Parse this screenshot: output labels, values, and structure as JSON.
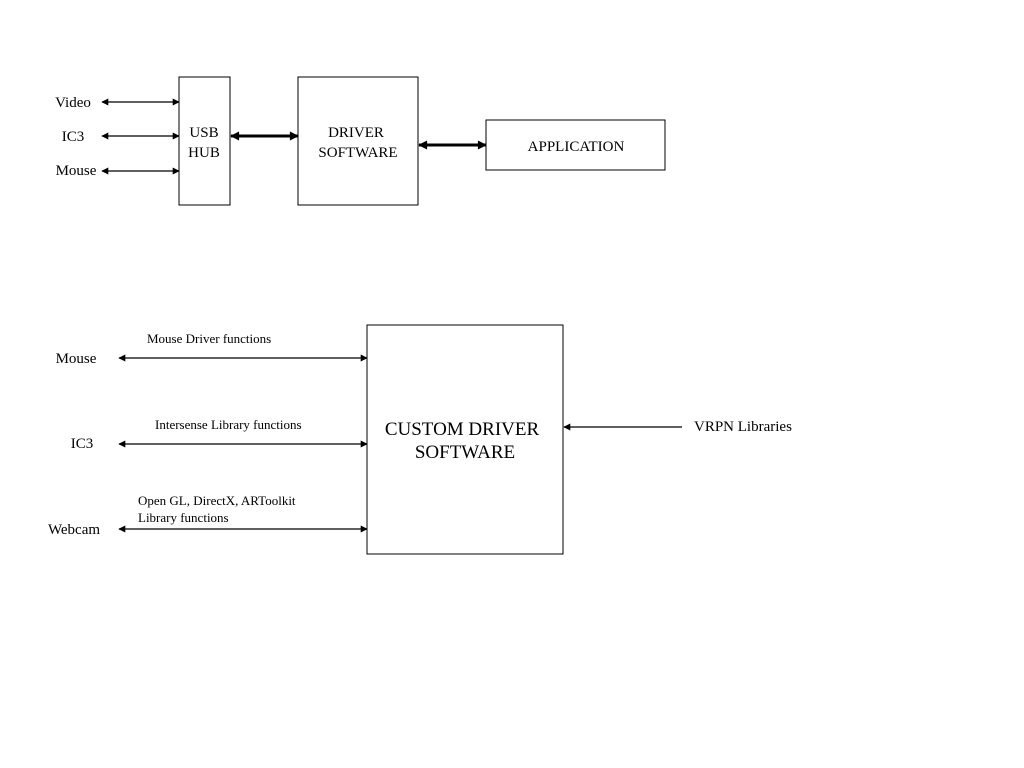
{
  "top_diagram": {
    "inputs": [
      "Video",
      "IC3",
      "Mouse"
    ],
    "usb_hub": [
      "USB",
      "HUB"
    ],
    "driver_software": [
      "DRIVER",
      "SOFTWARE"
    ],
    "application": "APPLICATION"
  },
  "bottom_diagram": {
    "devices": [
      "Mouse",
      "IC3",
      "Webcam"
    ],
    "functions": {
      "mouse": "Mouse Driver functions",
      "ic3": "Intersense Library functions",
      "webcam_line1": "Open GL, DirectX, ARToolkit",
      "webcam_line2": "Library functions"
    },
    "custom_driver": [
      "CUSTOM DRIVER",
      "SOFTWARE"
    ],
    "vrpn": "VRPN Libraries"
  }
}
